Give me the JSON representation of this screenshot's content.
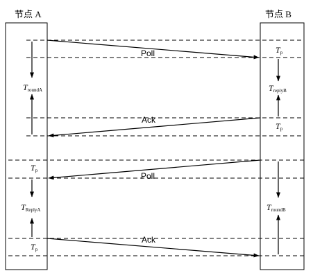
{
  "nodes": {
    "a_label": "节点 A",
    "b_label": "节点 B"
  },
  "messages": {
    "poll_1": "Poll",
    "ack_1": "Ack",
    "poll_2": "Poll",
    "ack_2": "Ack"
  },
  "timings": {
    "tp_b_top": {
      "main": "T",
      "sub": "p"
    },
    "tround_a": {
      "main": "T",
      "sub": "roundA"
    },
    "treply_b": {
      "main": "T",
      "sub": "replyB"
    },
    "tp_b_mid": {
      "main": "T",
      "sub": "p"
    },
    "tp_a_mid": {
      "main": "T",
      "sub": "p"
    },
    "treply_a": {
      "main": "T",
      "sub": "ReplyA"
    },
    "tround_b": {
      "main": "T",
      "sub": "roundB"
    },
    "tp_a_bot": {
      "main": "T",
      "sub": "p"
    }
  },
  "colors": {
    "ink": "#000000",
    "background": "#ffffff"
  }
}
